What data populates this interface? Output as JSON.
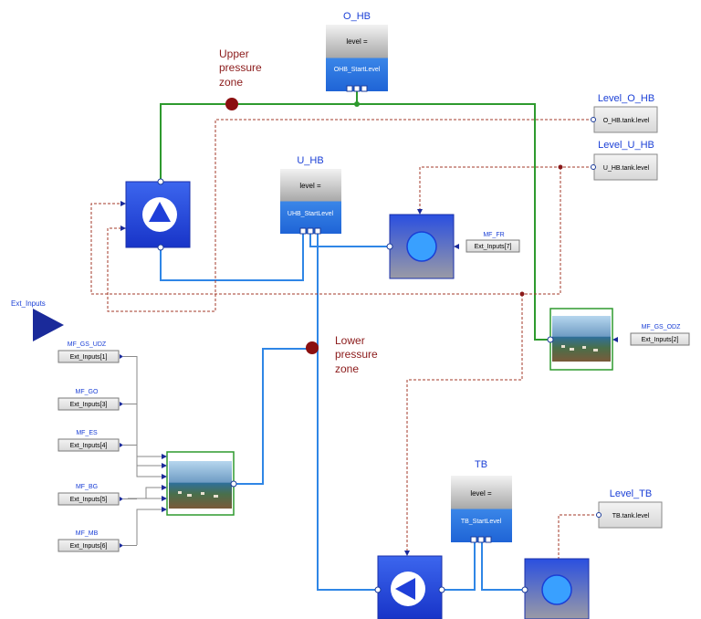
{
  "colors": {
    "pipe_blue": "#2f86e6",
    "pipe_green": "#2e9a2e",
    "signal_red": "#a33a2a",
    "block_blue": "#1f3fd8",
    "label_blue": "#1a3fd6",
    "label_red": "#8b1a1a",
    "frame_green": "#2e9a2e"
  },
  "tanks": [
    {
      "title": "O_HB",
      "level_label": "level =",
      "start_level": "OHB_StartLevel"
    },
    {
      "title": "U_HB",
      "level_label": "level =",
      "start_level": "UHB_StartLevel"
    },
    {
      "title": "TB",
      "level_label": "level =",
      "start_level": "TB_StartLevel"
    }
  ],
  "zones": {
    "upper": [
      "Upper",
      "pressure",
      "zone"
    ],
    "lower": [
      "Lower",
      "pressure",
      "zone"
    ]
  },
  "level_outputs": [
    {
      "title": "Level_O_HB",
      "value": "O_HB.tank.level"
    },
    {
      "title": "Level_U_HB",
      "value": "U_HB.tank.level"
    },
    {
      "title": "Level_TB",
      "value": "TB.tank.level"
    }
  ],
  "ext_inputs_source": "Ext_Inputs",
  "flow_inputs": [
    {
      "title": "MF_GS_UDZ",
      "value": "Ext_Inputs[1]"
    },
    {
      "title": "MF_GO",
      "value": "Ext_Inputs[3]"
    },
    {
      "title": "MF_ES",
      "value": "Ext_Inputs[4]"
    },
    {
      "title": "MF_BG",
      "value": "Ext_Inputs[5]"
    },
    {
      "title": "MF_MB",
      "value": "Ext_Inputs[6]"
    },
    {
      "title": "MF_FR",
      "value": "Ext_Inputs[7]"
    },
    {
      "title": "MF_GS_ODZ",
      "value": "Ext_Inputs[2]"
    }
  ],
  "components": {
    "pump_upper": "pump-up-icon",
    "pump_lower": "pump-left-icon",
    "consumer_fr": "consumer-circle-icon",
    "consumer_tb": "consumer-circle-icon",
    "town_west": "town-landscape-icon",
    "town_east": "town-landscape-icon"
  }
}
